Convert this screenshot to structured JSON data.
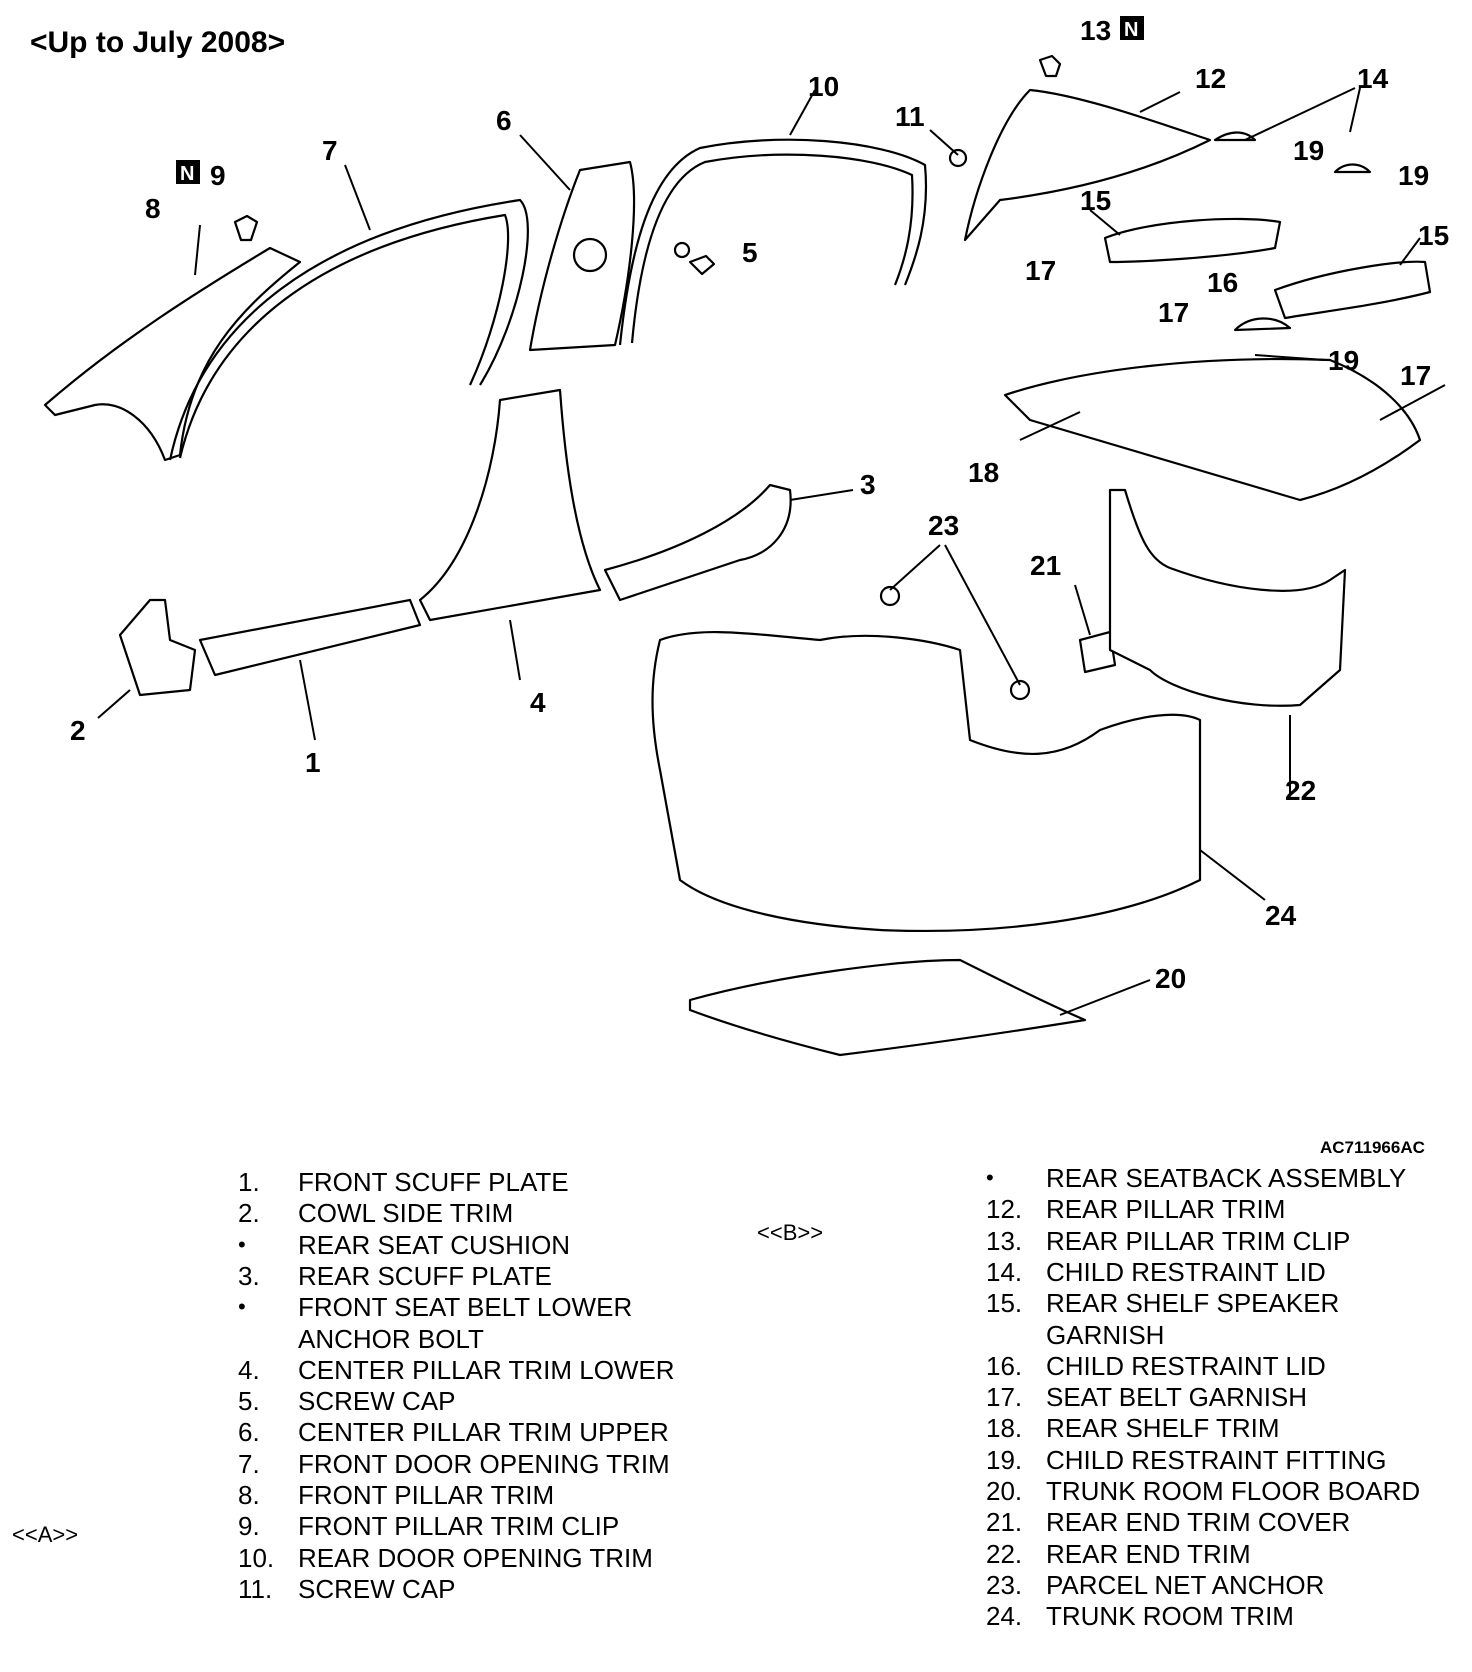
{
  "title": "<Up to July 2008>",
  "figure_code": "AC711966AC",
  "new_part_marker": "N",
  "callouts": [
    "1",
    "2",
    "3",
    "4",
    "5",
    "6",
    "7",
    "8",
    "9",
    "10",
    "11",
    "12",
    "13",
    "14",
    "15",
    "16",
    "17",
    "18",
    "19",
    "20",
    "21",
    "22",
    "23",
    "24"
  ],
  "notes": {
    "a": "<<A>>",
    "b": "<<B>>"
  },
  "legend": {
    "left": [
      {
        "num": "1.",
        "name": "FRONT SCUFF PLATE"
      },
      {
        "num": "2.",
        "name": "COWL SIDE TRIM"
      },
      {
        "num": "•",
        "name": "REAR SEAT CUSHION"
      },
      {
        "num": "3.",
        "name": "REAR SCUFF PLATE"
      },
      {
        "num": "•",
        "name": "FRONT SEAT BELT LOWER"
      },
      {
        "num": "",
        "name": "ANCHOR BOLT"
      },
      {
        "num": "4.",
        "name": "CENTER PILLAR TRIM LOWER"
      },
      {
        "num": "5.",
        "name": "SCREW CAP"
      },
      {
        "num": "6.",
        "name": "CENTER PILLAR TRIM UPPER"
      },
      {
        "num": "7.",
        "name": "FRONT DOOR OPENING TRIM"
      },
      {
        "num": "8.",
        "name": "FRONT PILLAR TRIM"
      },
      {
        "num": "9.",
        "name": "FRONT PILLAR TRIM CLIP"
      },
      {
        "num": "10.",
        "name": "REAR DOOR OPENING TRIM"
      },
      {
        "num": "11.",
        "name": "SCREW CAP"
      }
    ],
    "right": [
      {
        "num": "•",
        "name": "REAR SEATBACK ASSEMBLY"
      },
      {
        "num": "12.",
        "name": "REAR PILLAR TRIM"
      },
      {
        "num": "13.",
        "name": "REAR PILLAR TRIM CLIP"
      },
      {
        "num": "14.",
        "name": "CHILD RESTRAINT LID"
      },
      {
        "num": "15.",
        "name": "REAR SHELF SPEAKER"
      },
      {
        "num": "",
        "name": "GARNISH"
      },
      {
        "num": "16.",
        "name": "CHILD RESTRAINT LID"
      },
      {
        "num": "17.",
        "name": "SEAT BELT GARNISH"
      },
      {
        "num": "18.",
        "name": "REAR SHELF TRIM"
      },
      {
        "num": "19.",
        "name": "CHILD RESTRAINT FITTING"
      },
      {
        "num": "20.",
        "name": "TRUNK ROOM FLOOR BOARD"
      },
      {
        "num": "21.",
        "name": "REAR END TRIM COVER"
      },
      {
        "num": "22.",
        "name": "REAR END TRIM"
      },
      {
        "num": "23.",
        "name": "PARCEL NET ANCHOR"
      },
      {
        "num": "24.",
        "name": "TRUNK ROOM TRIM"
      }
    ]
  }
}
